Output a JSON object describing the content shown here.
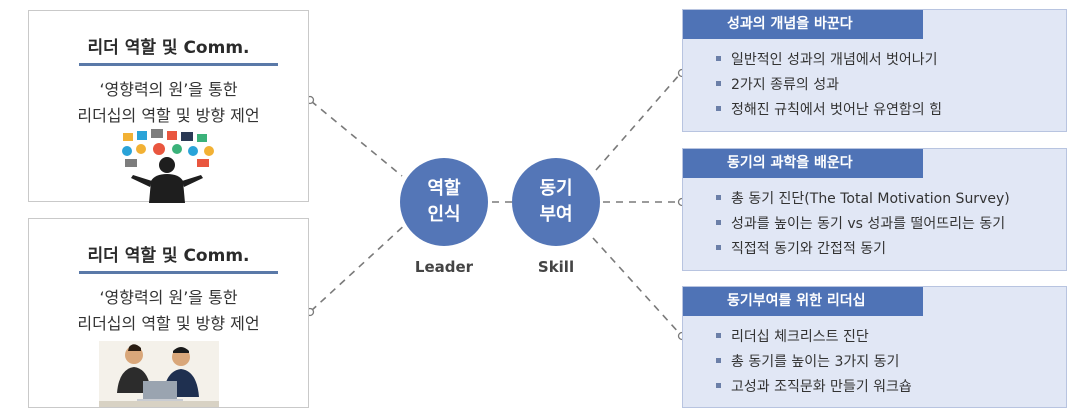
{
  "cards": [
    {
      "title": "리더 역할 및 Comm.",
      "desc_lines": [
        "‘영향력의 원’을 통한",
        "리더십의 역할 및 방향 제언"
      ],
      "image_icon": "leader-presenter-illustration"
    },
    {
      "title": "리더 역할 및 Comm.",
      "desc_lines": [
        "‘영향력의 원’을 통한",
        "리더십의 역할 및 방향 제언"
      ],
      "image_icon": "business-meeting-photo"
    }
  ],
  "circles": [
    {
      "lines": [
        "역할",
        "인식"
      ],
      "caption": "Leader"
    },
    {
      "lines": [
        "동기",
        "부여"
      ],
      "caption": "Skill"
    }
  ],
  "panels": [
    {
      "title": "성과의 개념을 바꾼다",
      "items": [
        "일반적인 성과의 개념에서 벗어나기",
        "2가지 종류의 성과",
        "정해진 규칙에서 벗어난 유연함의 힘"
      ]
    },
    {
      "title": "동기의 과학을 배운다",
      "items": [
        "총 동기 진단(The Total Motivation Survey)",
        "성과를 높이는 동기 vs 성과를 떨어뜨리는 동기",
        "직접적 동기와 간접적 동기"
      ]
    },
    {
      "title": "동기부여를 위한 리더십",
      "items": [
        "리더십 체크리스트 진단",
        "총 동기를 높이는 3가지 동기",
        "고성과 조직문화 만들기 워크숍"
      ]
    }
  ],
  "colors": {
    "circle": "#5476b7",
    "panel_header": "#4f73b6",
    "panel_bg": "#e1e7f5",
    "connector": "#777777"
  }
}
